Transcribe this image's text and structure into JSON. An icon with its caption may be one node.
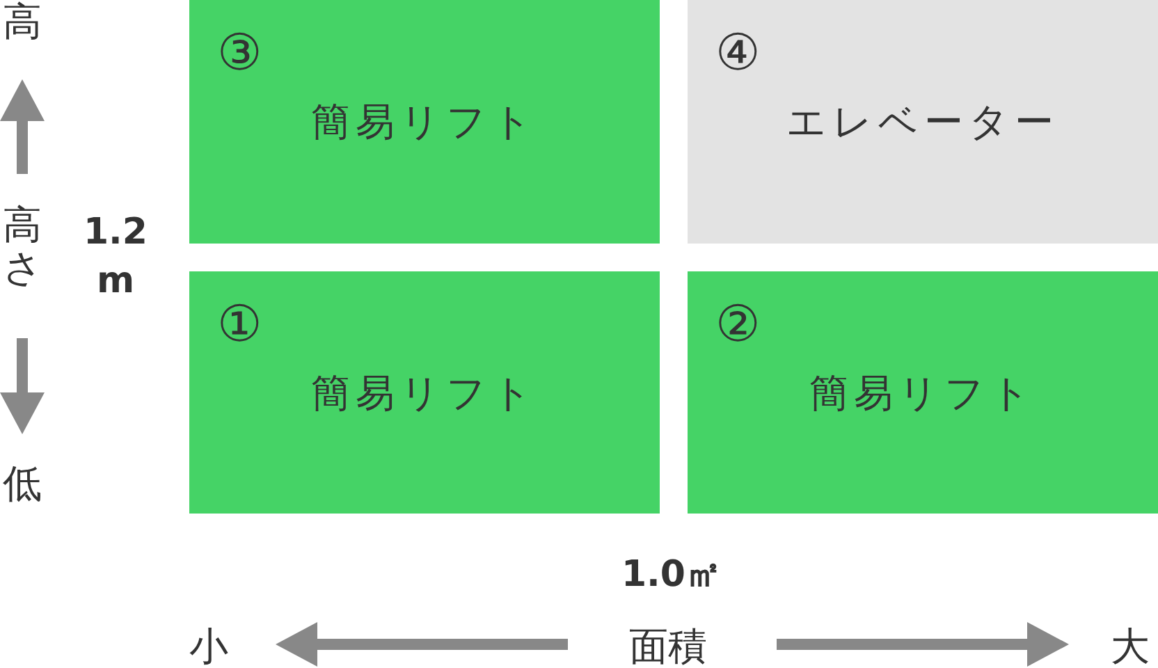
{
  "diagram": {
    "nodes": [
      {
        "text": [
          "③",
          "簡易リフト"
        ]
      },
      {
        "text": [
          "④",
          "エレベーター"
        ]
      },
      {
        "text": [
          "①",
          "簡易リフト"
        ]
      },
      {
        "text": [
          "②",
          "簡易リフト"
        ]
      }
    ],
    "labels": [
      "高",
      "高さ",
      "1.2 m",
      "低",
      "1.0㎡",
      "小",
      "面積",
      "大"
    ]
  }
}
